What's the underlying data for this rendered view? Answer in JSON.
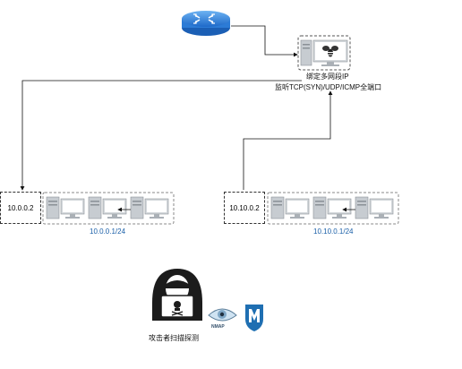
{
  "server": {
    "label_line1": "绑定多网段IP",
    "label_line2": "监听TCP(SYN)/UDP/ICMP全端口"
  },
  "left_network": {
    "gateway_ip": "10.0.0.2",
    "subnet": "10.0.0.1/24"
  },
  "right_network": {
    "gateway_ip": "10.10.0.2",
    "subnet": "10.10.0.1/24"
  },
  "attacker": {
    "label": "攻击者扫描探测",
    "tool_nmap": "NMAP"
  },
  "colors": {
    "router_blue": "#2e86de",
    "subnet_text": "#1a5fa8",
    "dash_border": "#555555",
    "computer_gray": "#bfc4c9"
  }
}
